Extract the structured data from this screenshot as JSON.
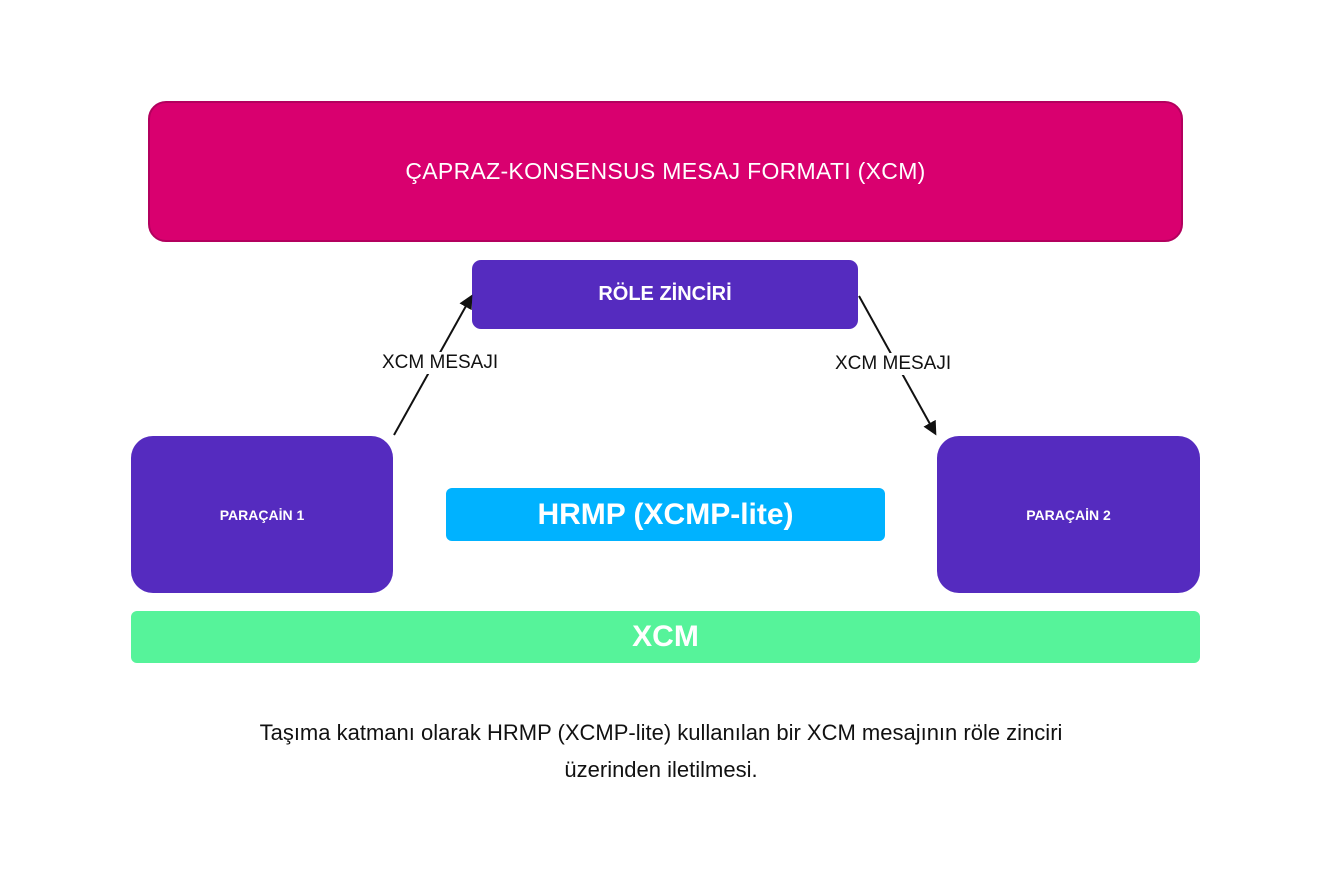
{
  "colors": {
    "xcm_format": "#d9006f",
    "relay_chain": "#552bbf",
    "parachain": "#552bbf",
    "hrmp": "#00b2ff",
    "xcm_bar": "#56f39a",
    "text_dark": "#111111"
  },
  "boxes": {
    "xcm_format_label": "ÇAPRAZ-KONSENSUS MESAJ FORMATI (XCM)",
    "relay_chain_label": "RÖLE ZİNCİRİ",
    "parachain_1_label": "PARAÇAİN 1",
    "parachain_2_label": "PARAÇAİN 2",
    "hrmp_label": "HRMP (XCMP-lite)",
    "xcm_bar_label": "XCM"
  },
  "edges": {
    "left_label": "XCM MESAJI",
    "right_label": "XCM MESAJI"
  },
  "caption": {
    "line1": "Taşıma katmanı olarak HRMP (XCMP-lite) kullanılan bir XCM mesajının röle zinciri",
    "line2": "üzerinden iletilmesi."
  }
}
